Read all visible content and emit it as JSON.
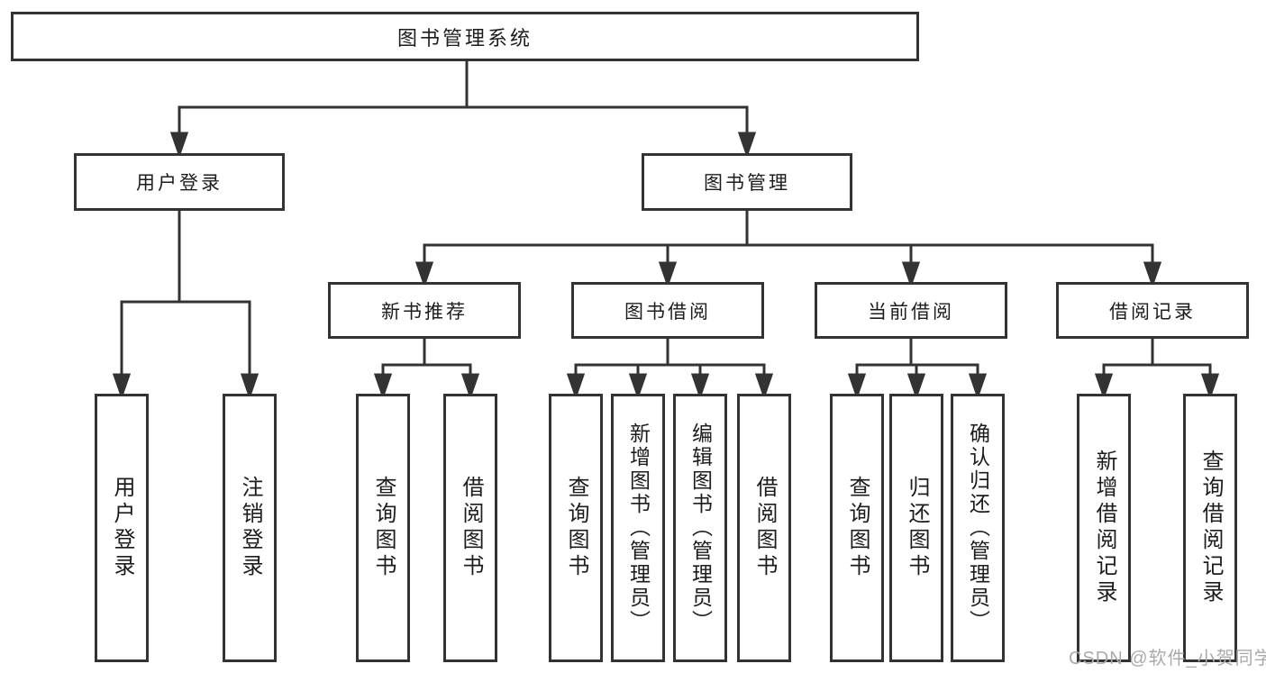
{
  "diagram": {
    "type": "hierarchy",
    "root": {
      "label": "图书管理系统"
    },
    "level2": [
      {
        "label": "用户登录"
      },
      {
        "label": "图书管理"
      }
    ],
    "level3": [
      {
        "label": "新书推荐",
        "parent": "图书管理"
      },
      {
        "label": "图书借阅",
        "parent": "图书管理"
      },
      {
        "label": "当前借阅",
        "parent": "图书管理"
      },
      {
        "label": "借阅记录",
        "parent": "图书管理"
      }
    ],
    "leaves": [
      {
        "label": "用户登录",
        "parent": "用户登录"
      },
      {
        "label": "注销登录",
        "parent": "用户登录"
      },
      {
        "label": "查询图书",
        "parent": "新书推荐"
      },
      {
        "label": "借阅图书",
        "parent": "新书推荐"
      },
      {
        "label": "查询图书",
        "parent": "图书借阅"
      },
      {
        "label": "新增图书（管理员）",
        "parent": "图书借阅"
      },
      {
        "label": "编辑图书（管理员）",
        "parent": "图书借阅"
      },
      {
        "label": "借阅图书",
        "parent": "图书借阅"
      },
      {
        "label": "查询图书",
        "parent": "当前借阅"
      },
      {
        "label": "归还图书",
        "parent": "当前借阅"
      },
      {
        "label": "确认归还（管理员）",
        "parent": "当前借阅"
      },
      {
        "label": "新增借阅记录",
        "parent": "借阅记录"
      },
      {
        "label": "查询借阅记录",
        "parent": "借阅记录"
      }
    ],
    "watermark": "CSDN @软件_小贺同学",
    "colors": {
      "line": "#333333",
      "box_border": "#333333",
      "text": "#1c1c1c",
      "watermark": "#aaaaaa",
      "background": "#ffffff"
    }
  }
}
